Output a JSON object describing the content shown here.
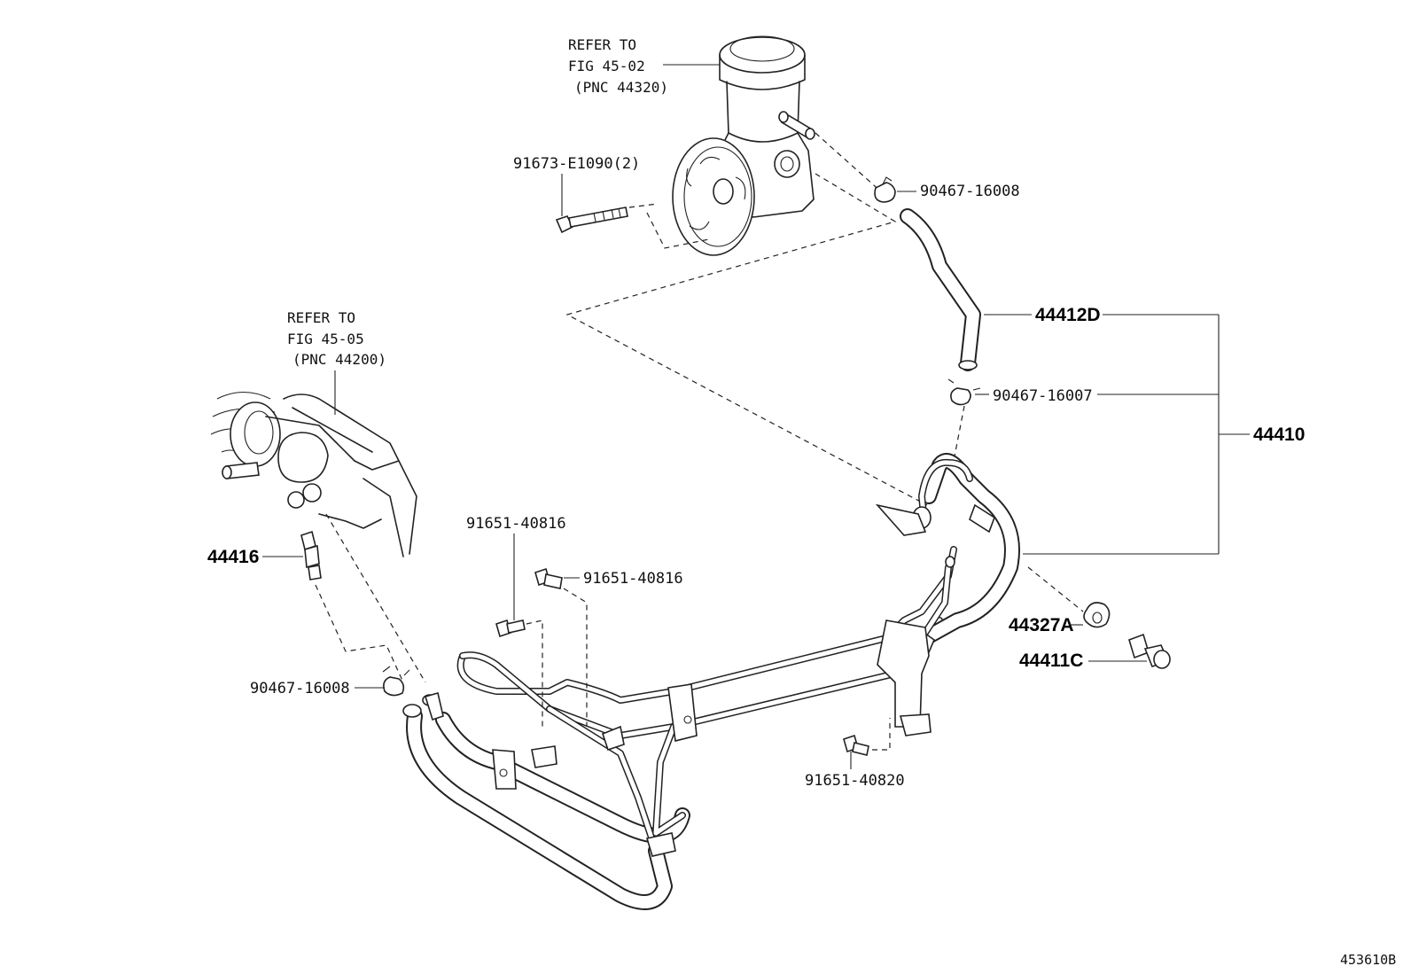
{
  "labels": {
    "pump_refer_line1": "REFER TO",
    "pump_refer_line2": "FIG 45-02",
    "pump_refer_line3": "(PNC 44320)",
    "gear_refer_line1": "REFER TO",
    "gear_refer_line2": "FIG 45-05",
    "gear_refer_line3": "(PNC 44200)",
    "bolt_pump": "91673-E1090(2)",
    "clamp_pump": "90467-16008",
    "hose_44412D": "44412D",
    "clamp_16007": "90467-16007",
    "assembly_44410": "44410",
    "union_44416": "44416",
    "bolt_40816_a": "91651-40816",
    "bolt_40816_b": "91651-40816",
    "gasket_44327A": "44327A",
    "bolt_44411C": "44411C",
    "clamp_gear": "90467-16008",
    "bolt_40820": "91651-40820",
    "figure_code": "453610B"
  }
}
